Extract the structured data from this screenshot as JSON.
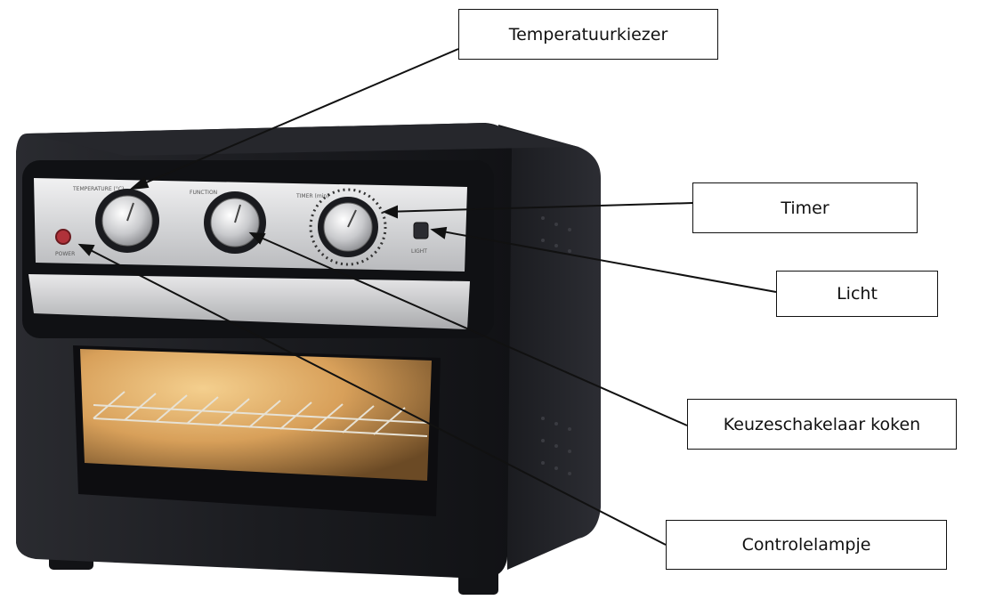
{
  "callouts": {
    "temperature": "Temperatuurkiezer",
    "timer": "Timer",
    "light": "Licht",
    "function": "Keuzeschakelaar koken",
    "indicator": "Controlelampje"
  },
  "panel_text": {
    "temperature": "TEMPERATURE (°C)",
    "function": "FUNCTION",
    "timer": "TIMER (min)",
    "light": "LIGHT",
    "power": "POWER"
  },
  "colors": {
    "oven_body": "#1b1c20",
    "panel": "#d9dadc",
    "window_glow": "#e8b870",
    "indicator_light": "#b0323a"
  }
}
